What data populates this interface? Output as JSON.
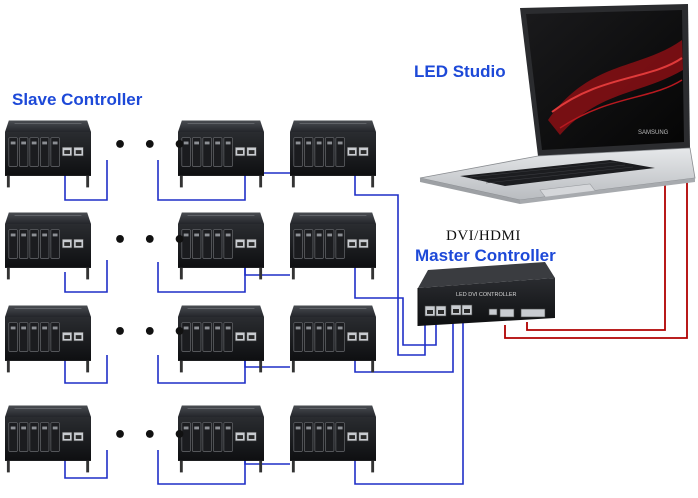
{
  "labels": {
    "slave_controller": "Slave Controller",
    "led_studio": "LED Studio",
    "dvi_hdmi": "DVI/HDMI",
    "master_controller": "Master Controller",
    "master_panel_text": "LED DVI CONTROLLER",
    "laptop_brand": "SAMSUNG",
    "ellipsis": "• • •"
  },
  "colors": {
    "network_cable": "#1f2fc7",
    "dvi_cable": "#b00000",
    "label_blue": "#1d49d8"
  },
  "icons": {
    "slave": "slave-controller-icon",
    "master": "master-controller-icon",
    "laptop": "laptop-icon"
  }
}
